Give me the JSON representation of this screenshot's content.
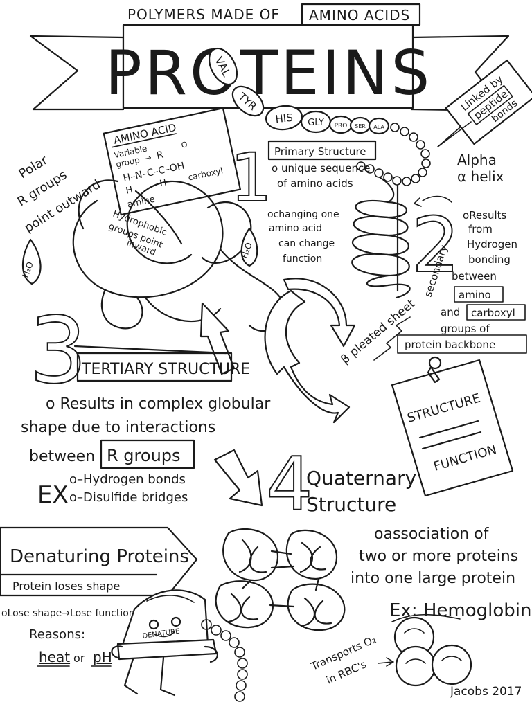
{
  "header": {
    "subtitle_prefix": "POLYMERS MADE OF",
    "subtitle_boxed": "AMINO ACIDS",
    "title": "PROTEINS"
  },
  "amino_chain": [
    "VAL",
    "TYR",
    "HIS",
    "GLY",
    "PRO",
    "SER",
    "ALA"
  ],
  "linked_note": {
    "line1": "Linked by",
    "boxed": "peptide",
    "line3": "bonds"
  },
  "amino_acid_box": {
    "title": "AMINO ACID",
    "variable": "Variable",
    "group": "group",
    "r": "R",
    "o": "O",
    "backbone": "H–N–C–C–OH",
    "lower_h": "H",
    "amine": "amine",
    "carboxyl": "carboxyl"
  },
  "primary": {
    "number": "1",
    "title": "Primary Structure",
    "desc_1": "o unique sequence",
    "desc_2": "of amino acids",
    "note_1": "ochanging one",
    "note_2": "amino acid",
    "note_3": "can change",
    "note_4": "function"
  },
  "alpha_helix": {
    "line1": "Alpha",
    "line2": "α helix"
  },
  "secondary": {
    "number": "2",
    "label": "secondary",
    "r1": "oResults",
    "r2": "from",
    "r3": "Hydrogen",
    "r4": "bonding",
    "r5": "between",
    "amino": "amino",
    "and_word": "and",
    "carboxyl": "carboxyl",
    "groups_of": "groups of",
    "backbone": "protein backbone",
    "pleated": "β pleated sheet"
  },
  "tertiary": {
    "number": "3",
    "title": "TERTIARY STRUCTURE",
    "polar_1": "Polar",
    "polar_2": "R groups",
    "polar_3": "point outward",
    "hydro_1": "Hydrophobic",
    "hydro_2": "groups point",
    "hydro_3": "inward",
    "water": "H₂O",
    "desc_1": "o Results in complex globular",
    "desc_2": "shape due to interactions",
    "desc_3": "between",
    "boxed": "R groups",
    "ex": "EX",
    "ex_1": "o–Hydrogen bonds",
    "ex_2": "o–Disulfide bridges"
  },
  "structure_function": {
    "top": "STRUCTURE",
    "bottom": "FUNCTION"
  },
  "quaternary": {
    "number": "4",
    "title_1": "Quaternary",
    "title_2": "Structure",
    "desc_1": "oassociation of",
    "desc_2": "two or more proteins",
    "desc_3": "into one large protein",
    "example": "Ex: Hemoglobin",
    "transport_1": "Transports O₂",
    "transport_2": "in RBC's"
  },
  "denaturing": {
    "title": "Denaturing Proteins",
    "subtitle": "Protein loses shape",
    "lose": "oLose shape→Lose function",
    "reasons": "Reasons:",
    "heat": "heat",
    "or_word": "or",
    "ph": "pH",
    "iron_label": "DENATURE"
  },
  "signature": "Jacobs 2017"
}
